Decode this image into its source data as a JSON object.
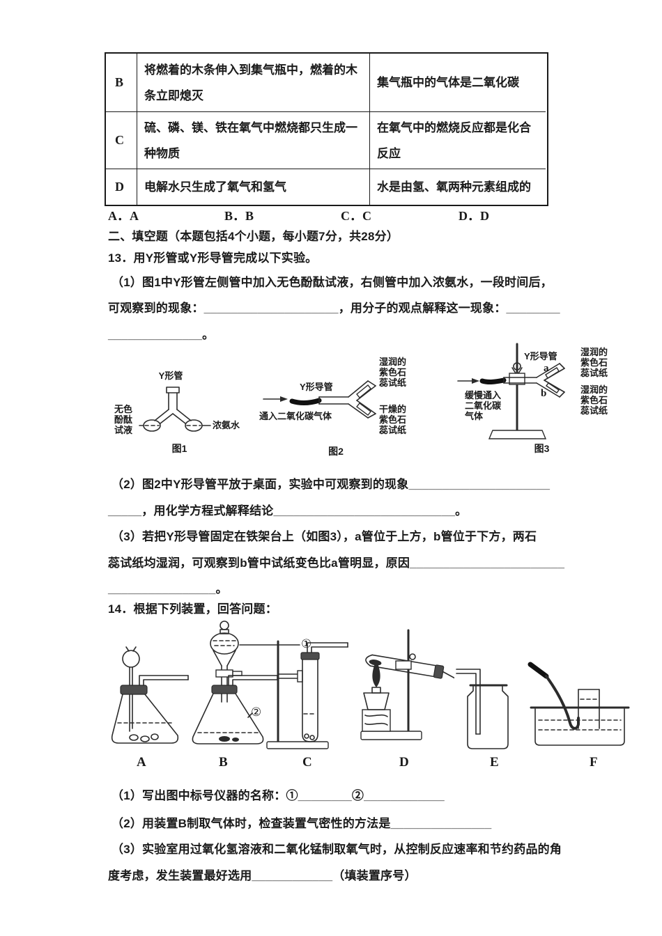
{
  "judgment_table": {
    "rows": [
      {
        "letter": "B",
        "statement": "将燃着的木条伸入到集气瓶中，燃着的木条立即熄灭",
        "conclusion": "集气瓶中的气体是二氧化碳"
      },
      {
        "letter": "C",
        "statement": "硫、磷、镁、铁在氧气中燃烧都只生成一种物质",
        "conclusion": "在氧气中的燃烧反应都是化合反应"
      },
      {
        "letter": "D",
        "statement": "电解水只生成了氧气和氢气",
        "conclusion": "水是由氢、氧两种元素组成的"
      }
    ]
  },
  "answer_options": [
    {
      "label": "A．A"
    },
    {
      "label": "B．B"
    },
    {
      "label": "C．C"
    },
    {
      "label": "D．D"
    }
  ],
  "section2_header": "二、填空题（本题包括4个小题，每小题7分，共28分）",
  "q13": {
    "stem": "13．用Y形管或Y形导管完成以下实验。",
    "part1_line1": "（1）图1中Y形管左侧管中加入无色酚酞试液，右侧管中加入浓氨水，一段时间后，",
    "part1_line2": "可观察到的现象：____________________，用分子的观点解释这一现象：________",
    "part1_line3": "______________。",
    "part2_line1": "（2）图2中Y形导管平放于桌面，实验中可观察到的现象_____________________",
    "part2_line2": "_____，用化学方程式解释结论___________________________。",
    "part3_line1": "（3）若把Y形导管固定在铁架台上（如图3），a管位于上方，b管位于下方，两石",
    "part3_line2": "蕊试纸均湿润，可观察到b管中试纸变色比a管明显，原因_______________________",
    "part3_line3": "________________。",
    "fig1": {
      "apparatus_label": "Y形管",
      "left_label": "无色\n酚酞\n试液",
      "right_label": "浓氨水",
      "caption": "图1"
    },
    "fig2": {
      "apparatus_label": "Y形导管",
      "inlet_label": "通入二氧化碳气体",
      "upper_branch_label": "湿润的\n紫色石\n蕊试纸",
      "lower_branch_label": "干燥的\n紫色石\n蕊试纸",
      "caption": "图2"
    },
    "fig3": {
      "apparatus_label": "Y形导管",
      "branch_a": "a",
      "branch_b": "b",
      "inlet_label": "缓慢通入\n二氧化碳\n气体",
      "upper_branch_label": "湿润的\n紫色石\n蕊试纸",
      "lower_branch_label": "湿润的\n紫色石\n蕊试纸",
      "caption": "图3"
    }
  },
  "q14": {
    "stem": "14．根据下列装置，回答问题：",
    "device_labels": [
      {
        "label": "A"
      },
      {
        "label": "B"
      },
      {
        "label": "C"
      },
      {
        "label": "D"
      },
      {
        "label": "E"
      },
      {
        "label": "F"
      }
    ],
    "callouts": {
      "c1": "①",
      "c2": "②"
    },
    "part1": "（1）写出图中标号仪器的名称：①________②____________",
    "part2": "（2）用装置B制取气体时，检查装置气密性的方法是_______________",
    "part3_line1": "（3）实验室用过氧化氢溶液和二氧化锰制取氧气时，从控制反应速率和节约药品的角",
    "part3_line2": "度考虑，发生装置最好选用____________（填装置序号）"
  }
}
